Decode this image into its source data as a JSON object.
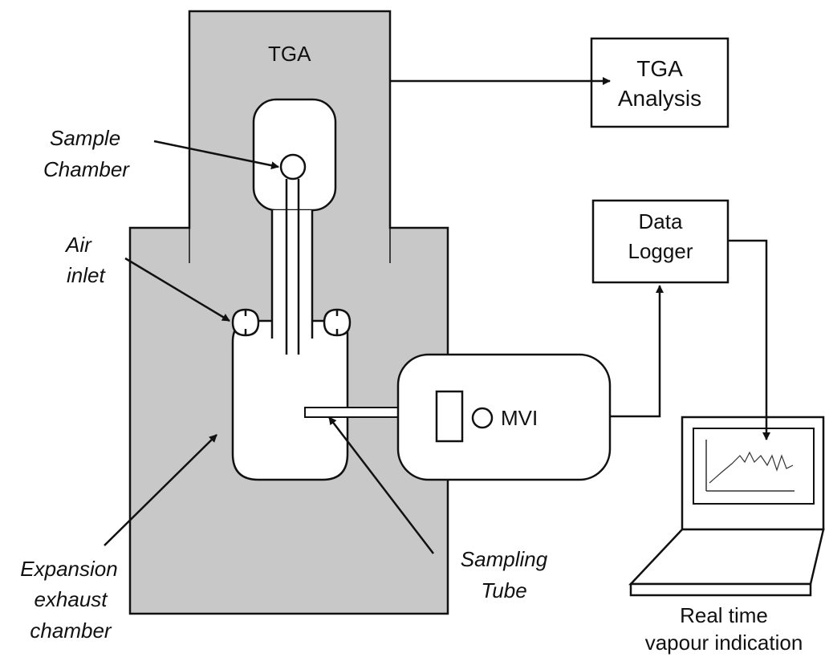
{
  "labels": {
    "tga": "TGA",
    "tga_analysis_line1": "TGA",
    "tga_analysis_line2": "Analysis",
    "sample_chamber_line1": "Sample",
    "sample_chamber_line2": "Chamber",
    "air_inlet_line1": "Air",
    "air_inlet_line2": "inlet",
    "data_logger_line1": "Data",
    "data_logger_line2": "Logger",
    "mvi": "MVI",
    "expansion_line1": "Expansion",
    "expansion_line2": "exhaust",
    "expansion_line3": "chamber",
    "sampling_tube_line1": "Sampling",
    "sampling_tube_line2": "Tube",
    "real_time_line1": "Real time",
    "real_time_line2": "vapour indication"
  },
  "colors": {
    "housing_fill": "#c8c8c8",
    "stroke": "#111111",
    "background": "#ffffff"
  }
}
